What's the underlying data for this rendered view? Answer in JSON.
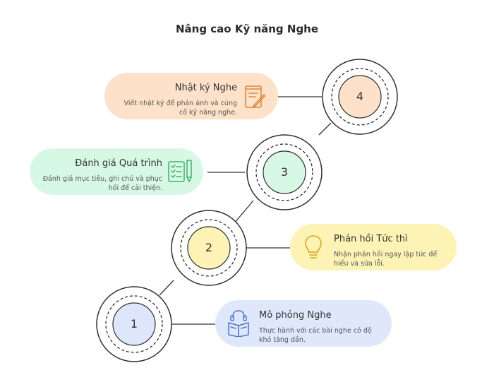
{
  "title": "Nâng cao Kỹ năng Nghe",
  "steps": [
    {
      "number": "1",
      "heading": "Mô phỏng Nghe",
      "description": "Thực hành với các bài nghe có độ khó tăng dần.",
      "color": "#dfe8fb",
      "icon": "listening-book-icon"
    },
    {
      "number": "2",
      "heading": "Phản hồi Tức thì",
      "description": "Nhận phản hồi ngay lập tức để hiểu và sửa lỗi.",
      "color": "#fdf3b5",
      "icon": "lightbulb-icon"
    },
    {
      "number": "3",
      "heading": "Đánh giá Quá trình",
      "description": "Đánh giá mục tiêu, ghi chú và phục hồi để cải thiện.",
      "color": "#d8f8e6",
      "icon": "checklist-pen-icon"
    },
    {
      "number": "4",
      "heading": "Nhật ký Nghe",
      "description": "Viết nhật ký để phản ánh và củng cố kỹ năng nghe.",
      "color": "#fde1c8",
      "icon": "notebook-pen-icon"
    }
  ]
}
